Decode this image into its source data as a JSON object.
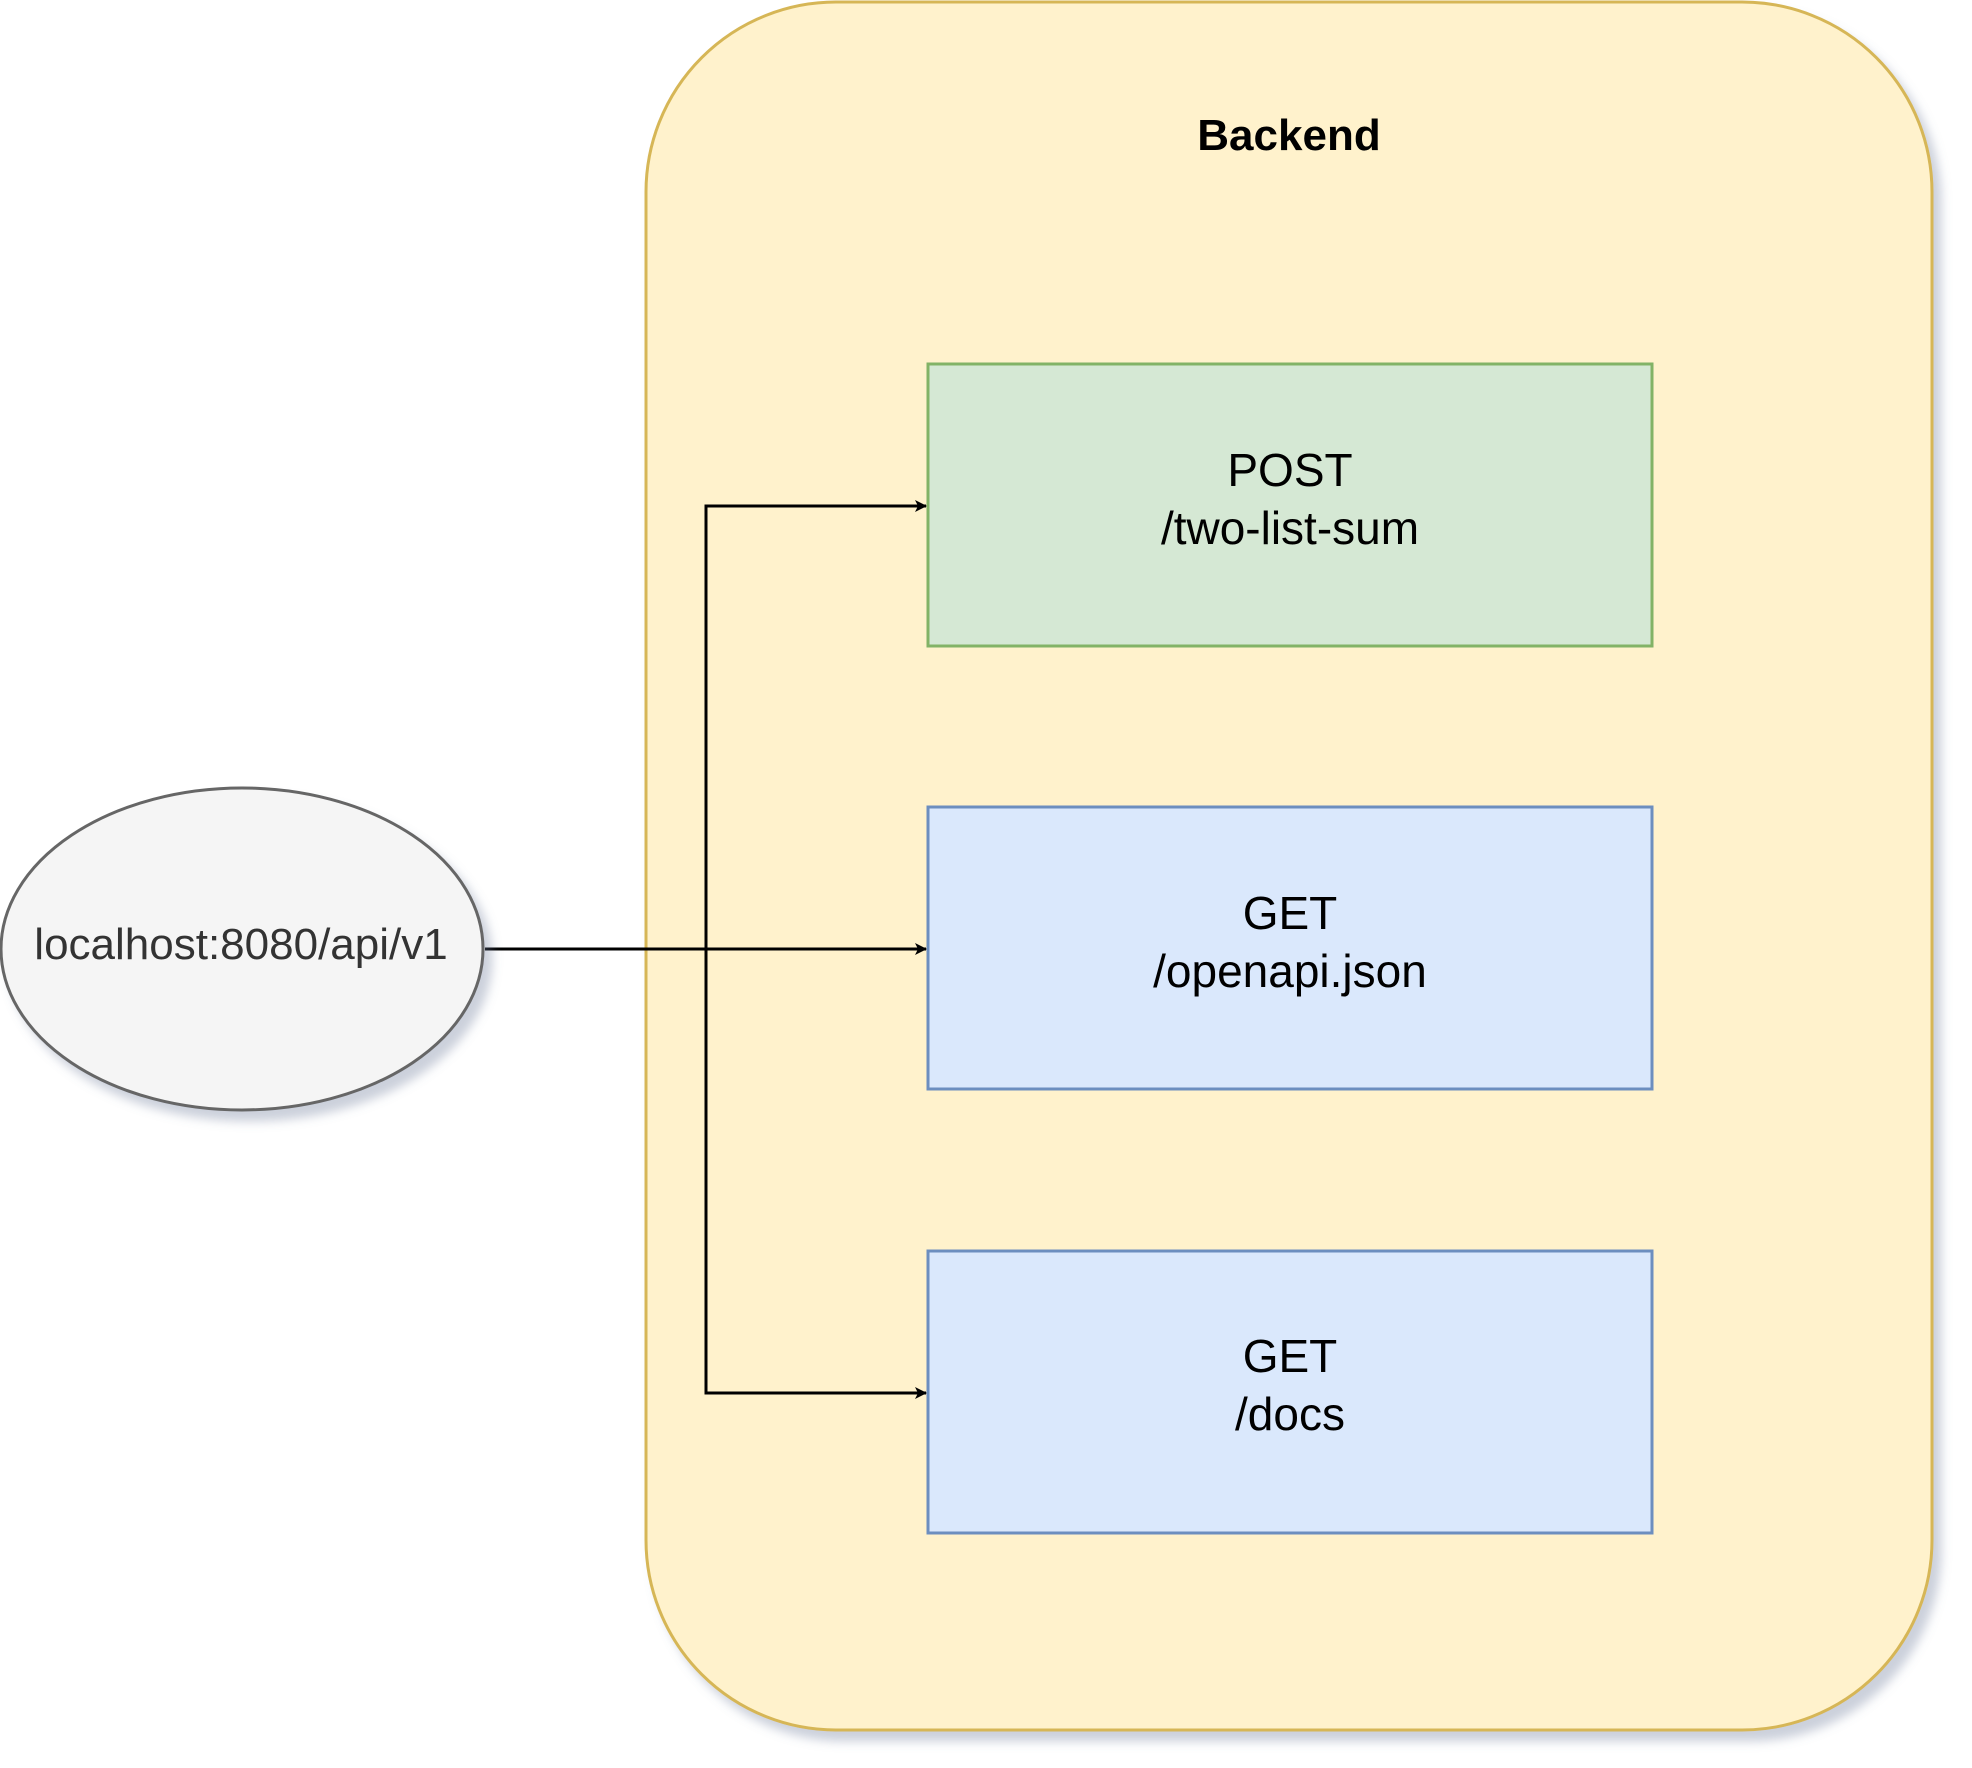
{
  "diagram": {
    "client": {
      "label": "localhost:8080/api/v1",
      "fill": "#f5f5f5",
      "stroke": "#666666"
    },
    "container": {
      "title": "Backend",
      "fill": "#fff2cc",
      "stroke": "#d6b656"
    },
    "endpoints": [
      {
        "method": "POST",
        "path": "/two-list-sum",
        "fill": "#d5e8d4",
        "stroke": "#82b366"
      },
      {
        "method": "GET",
        "path": "/openapi.json",
        "fill": "#dae8fc",
        "stroke": "#6c8ebf"
      },
      {
        "method": "GET",
        "path": "/docs",
        "fill": "#dae8fc",
        "stroke": "#6c8ebf"
      }
    ],
    "connector_color": "#000000"
  }
}
